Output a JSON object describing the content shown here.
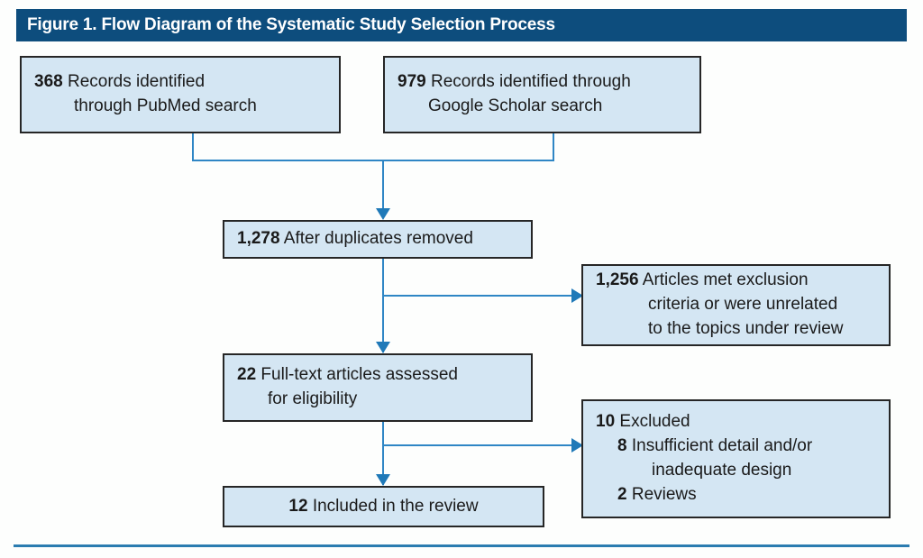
{
  "figure": {
    "title": "Figure 1. Flow Diagram of the Systematic Study Selection Process",
    "header_color": "#0d4d7d",
    "box_fill_color": "#d4e6f3",
    "box_border_color": "#262626",
    "connector_color": "#2f86c5",
    "rule_color": "#2b7cb0"
  },
  "nodes": {
    "pubmed": {
      "count": "368",
      "line1": "Records identified",
      "line2": "through PubMed search"
    },
    "scholar": {
      "count": "979",
      "line1": "Records identified through",
      "line2": "Google Scholar search"
    },
    "duplicates": {
      "count": "1,278",
      "line1": "After duplicates removed"
    },
    "excluded_criteria": {
      "count": "1,256",
      "line1": "Articles met exclusion",
      "line2": "criteria or were unrelated",
      "line3": "to the topics under review"
    },
    "fulltext": {
      "count": "22",
      "line1": "Full-text articles assessed",
      "line2": "for eligibility"
    },
    "excluded_detail": {
      "count": "10",
      "line1": "Excluded",
      "sub1_count": "8",
      "sub1_line1": "Insufficient detail and/or",
      "sub1_line2": "inadequate design",
      "sub2_count": "2",
      "sub2_line1": "Reviews"
    },
    "included": {
      "count": "12",
      "line1": "Included in the review"
    }
  }
}
